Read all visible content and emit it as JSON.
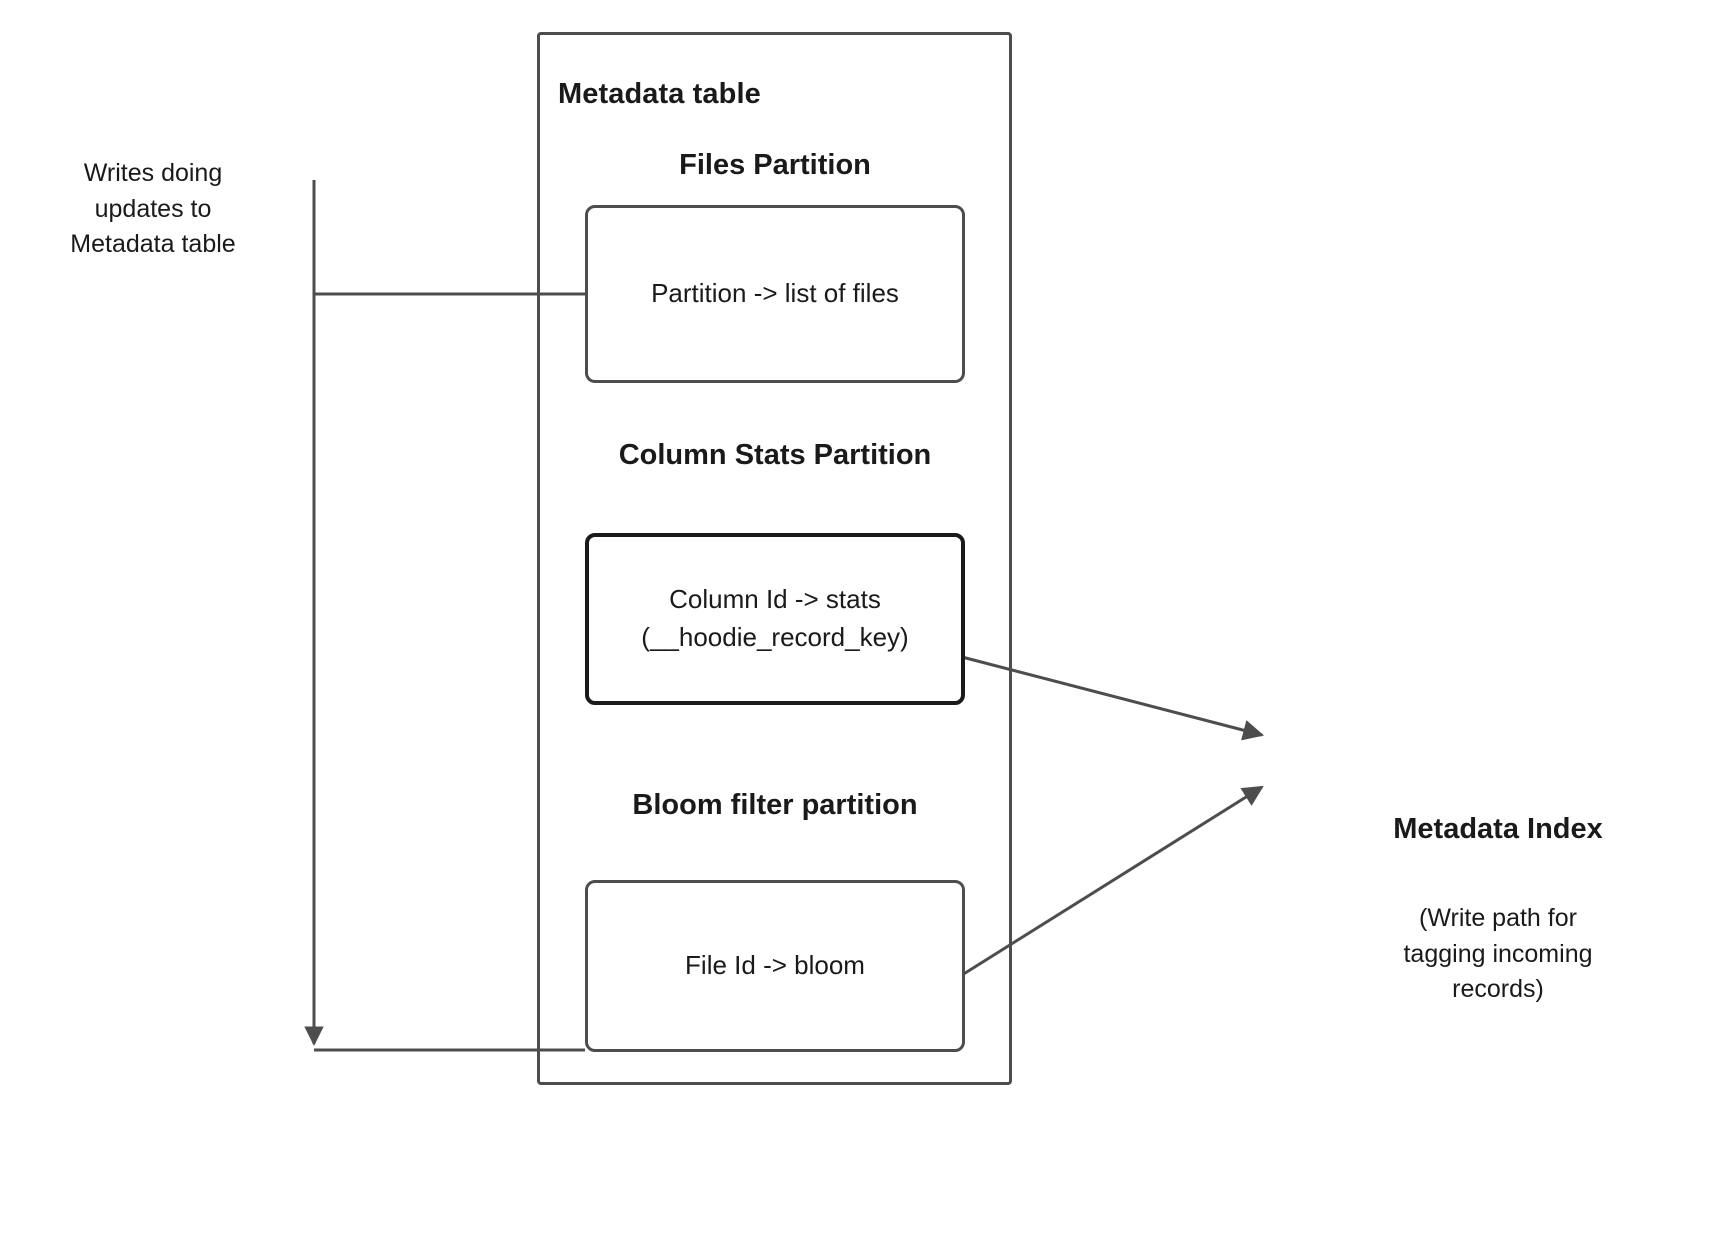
{
  "diagram": {
    "title": "Metadata table",
    "left_note": "Writes doing\nupdates to\nMetadata table",
    "sections": [
      {
        "heading": "Files Partition",
        "box_label": "Partition -> list of files",
        "emphasis": false
      },
      {
        "heading": "Column Stats\nPartition",
        "box_label": "Column Id  -> stats\n(__hoodie_record_key)",
        "emphasis": true
      },
      {
        "heading": "Bloom filter\npartition",
        "box_label": "File Id -> bloom",
        "emphasis": false
      }
    ],
    "right_label": "Metadata Index",
    "right_note": "(Write path for\ntagging incoming\nrecords)",
    "colors": {
      "stroke": "#4d4d4d",
      "stroke_strong": "#1a1a1a",
      "text": "#1a1a1a",
      "background": "#ffffff"
    }
  }
}
